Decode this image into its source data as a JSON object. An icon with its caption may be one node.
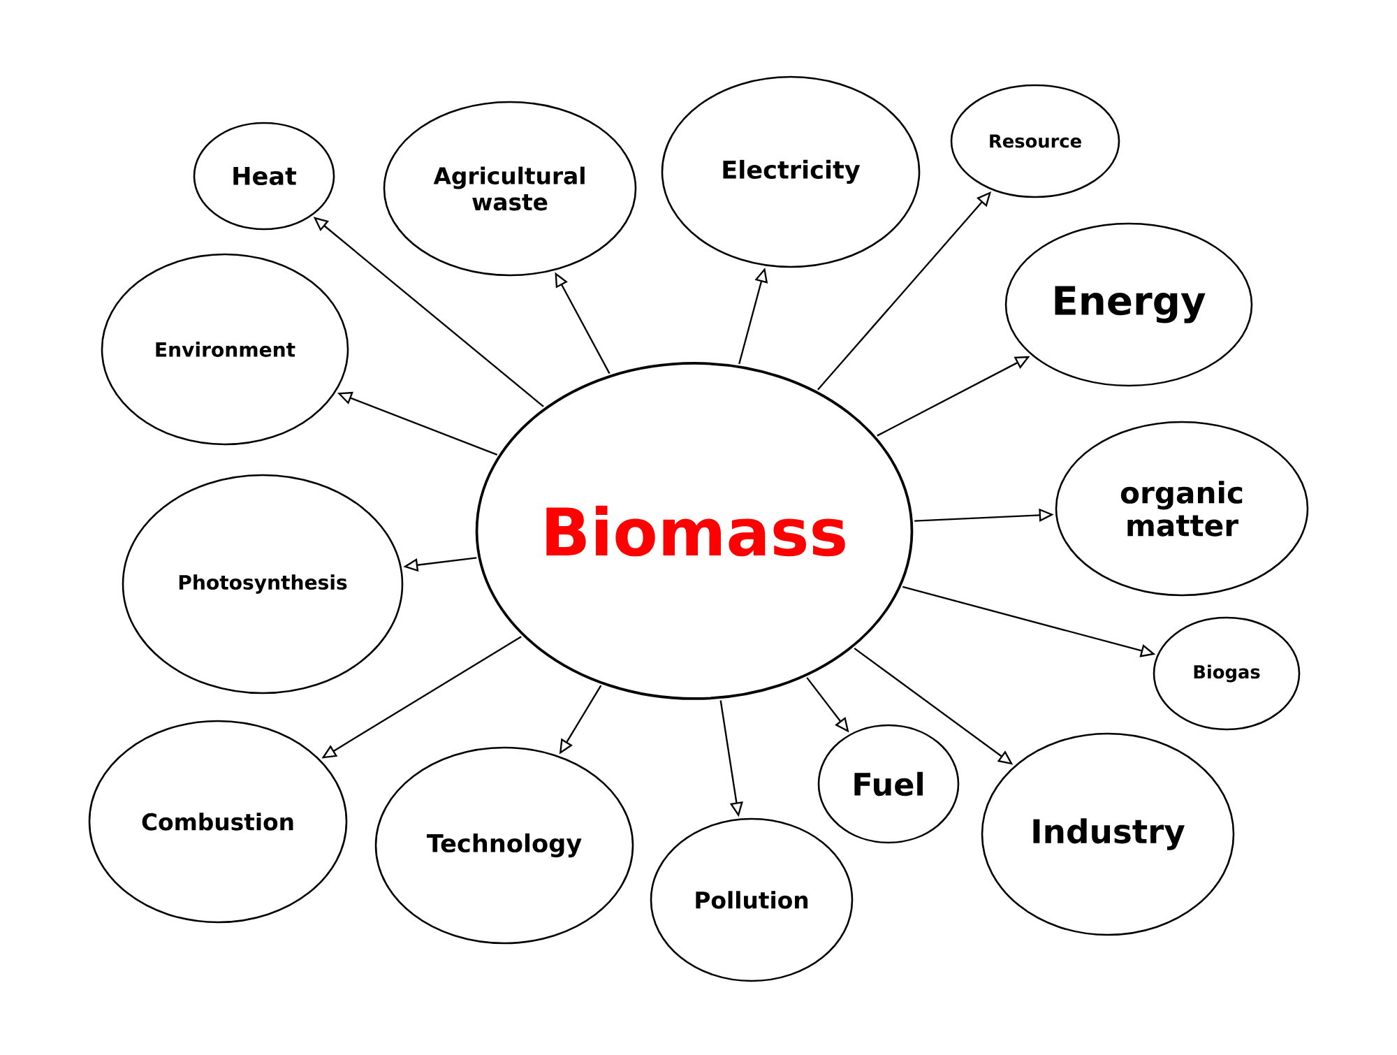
{
  "diagram": {
    "nodes": [
      {
        "text": [
          "Biomass"
        ]
      },
      {
        "text": [
          "Heat"
        ]
      },
      {
        "text": [
          "Agricultural waste"
        ]
      },
      {
        "text": [
          "Electricity"
        ]
      },
      {
        "text": [
          "Resource"
        ]
      },
      {
        "text": [
          "Energy"
        ]
      },
      {
        "text": [
          "Environment"
        ]
      },
      {
        "text": [
          "organic matter"
        ]
      },
      {
        "text": [
          "Photosynthesis"
        ]
      },
      {
        "text": [
          "Biogas"
        ]
      },
      {
        "text": [
          "Combustion"
        ]
      },
      {
        "text": [
          "Technology"
        ]
      },
      {
        "text": [
          "Fuel"
        ]
      },
      {
        "text": [
          "Industry"
        ]
      },
      {
        "text": [
          "Pollution"
        ]
      }
    ],
    "edges": [
      {
        "from": 0,
        "to": 1,
        "arrow": "to"
      },
      {
        "from": 0,
        "to": 2,
        "arrow": "to"
      },
      {
        "from": 0,
        "to": 3,
        "arrow": "to"
      },
      {
        "from": 0,
        "to": 4,
        "arrow": "to"
      },
      {
        "from": 0,
        "to": 5,
        "arrow": "to"
      },
      {
        "from": 0,
        "to": 6,
        "arrow": "to"
      },
      {
        "from": 0,
        "to": 7,
        "arrow": "to"
      },
      {
        "from": 0,
        "to": 8,
        "arrow": "to"
      },
      {
        "from": 0,
        "to": 9,
        "arrow": "to"
      },
      {
        "from": 0,
        "to": 10,
        "arrow": "to"
      },
      {
        "from": 0,
        "to": 11,
        "arrow": "to"
      },
      {
        "from": 0,
        "to": 12,
        "arrow": "to"
      },
      {
        "from": 0,
        "to": 13,
        "arrow": "to"
      },
      {
        "from": 0,
        "to": 14,
        "arrow": "to"
      }
    ]
  }
}
